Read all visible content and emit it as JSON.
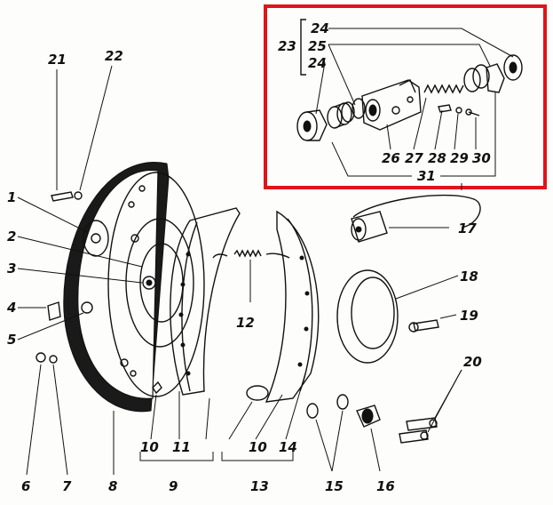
{
  "diagram": {
    "inset_frame_color": "#e0141b",
    "labels": {
      "p1": "1",
      "p2": "2",
      "p3": "3",
      "p4": "4",
      "p5": "5",
      "p6": "6",
      "p7": "7",
      "p8": "8",
      "p9": "9",
      "p10a": "10",
      "p10b": "10",
      "p11": "11",
      "p12": "12",
      "p13": "13",
      "p14": "14",
      "p15": "15",
      "p16": "16",
      "p17": "17",
      "p18": "18",
      "p19": "19",
      "p20": "20",
      "p21": "21",
      "p22": "22",
      "p23": "23",
      "p24a": "24",
      "p24b": "24",
      "p25": "25",
      "p26": "26",
      "p27": "27",
      "p28": "28",
      "p29": "29",
      "p30": "30",
      "p31": "31"
    }
  }
}
